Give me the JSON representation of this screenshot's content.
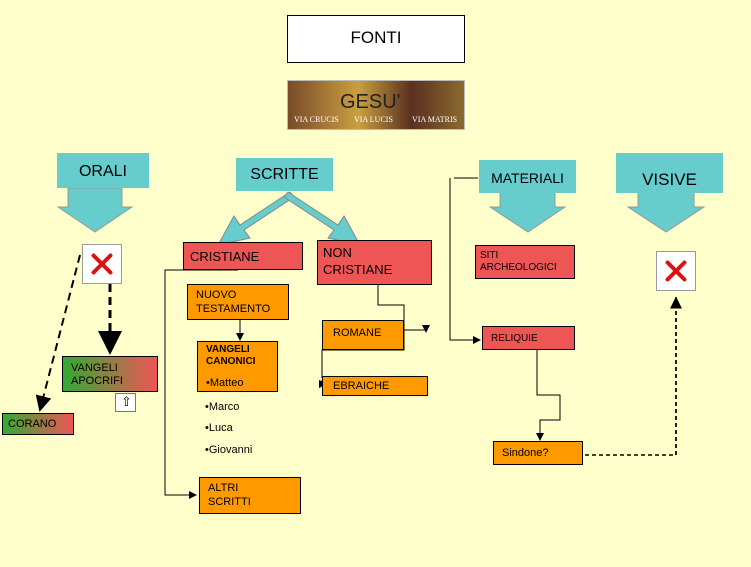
{
  "title": "FONTI",
  "banner": {
    "heading": "GESU'",
    "captions": [
      "VIA CRUCIS",
      "VIA LUCIS",
      "VIA MATRIS"
    ]
  },
  "nodes": {
    "orali": "ORALI",
    "scritte": "SCRITTE",
    "materiali": "MATERIALI",
    "visive": "VISIVE",
    "cristiane": "CRISTIANE",
    "non_cristiane": "NON\nCRISTIANE",
    "siti": "SITI\nARCHEOLOGICI",
    "nuovo_testamento": "NUOVO\nTESTAMENTO",
    "romane": "ROMANE",
    "reliquie": "RELIQUIE",
    "vangeli_apocrifi": "VANGELI\nAPOCRIFI",
    "vangeli_canonici": "VANGELI\nCANONICI",
    "ebraiche": "EBRAICHE",
    "corano": "CORANO",
    "sindone": "Sindone?",
    "altri_scritti": "ALTRI\nSCRITTI",
    "gospels": [
      "•Matteo",
      "•Marco",
      "•Luca",
      "•Giovanni"
    ]
  },
  "colors": {
    "background": "#FFFFCC",
    "teal": "#66CCCC",
    "red": "#EE5555",
    "orange": "#FF9900",
    "cross": "#DD1111"
  },
  "icons": [
    "x-mark-icon",
    "up-arrow-icon"
  ]
}
